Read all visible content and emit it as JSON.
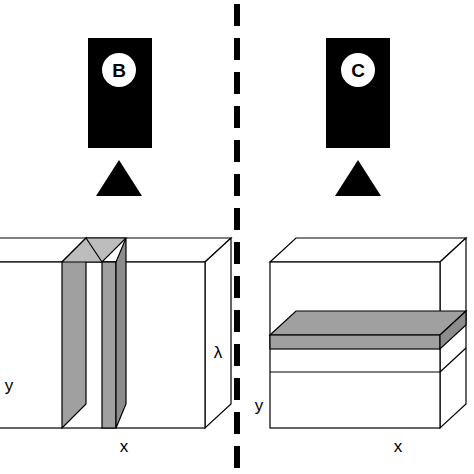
{
  "diagram": {
    "nodes": [
      {
        "text": [
          "B"
        ]
      },
      {
        "text": [
          "C"
        ]
      }
    ],
    "labels": [
      "y",
      "λ",
      "x",
      "y",
      "x"
    ]
  }
}
